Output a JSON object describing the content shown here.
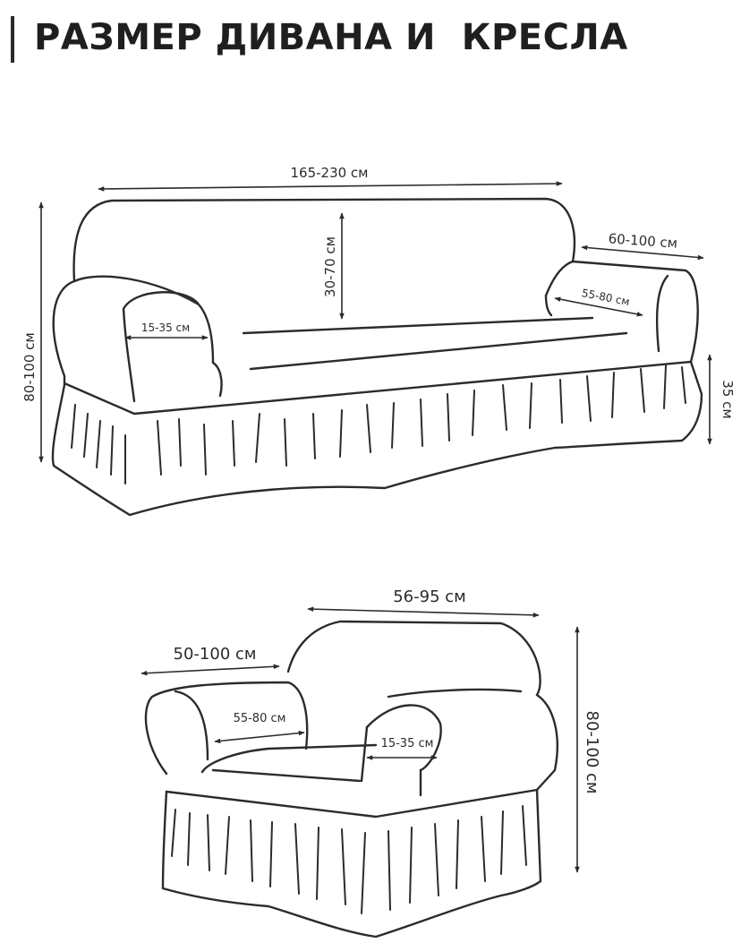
{
  "title": "РАЗМЕР ДИВАНА И  КРЕСЛА",
  "sofa": {
    "width": "165-230 см",
    "height": "80-100 см",
    "back_height": "30-70 см",
    "depth": "60-100 см",
    "seat_depth": "55-80 см",
    "arm_width": "15-35 см",
    "skirt_height": "35 см"
  },
  "armchair": {
    "width": "56-95 см",
    "depth": "50-100 см",
    "seat_depth": "55-80 см",
    "arm_width": "15-35 см",
    "height": "80-100 см"
  }
}
